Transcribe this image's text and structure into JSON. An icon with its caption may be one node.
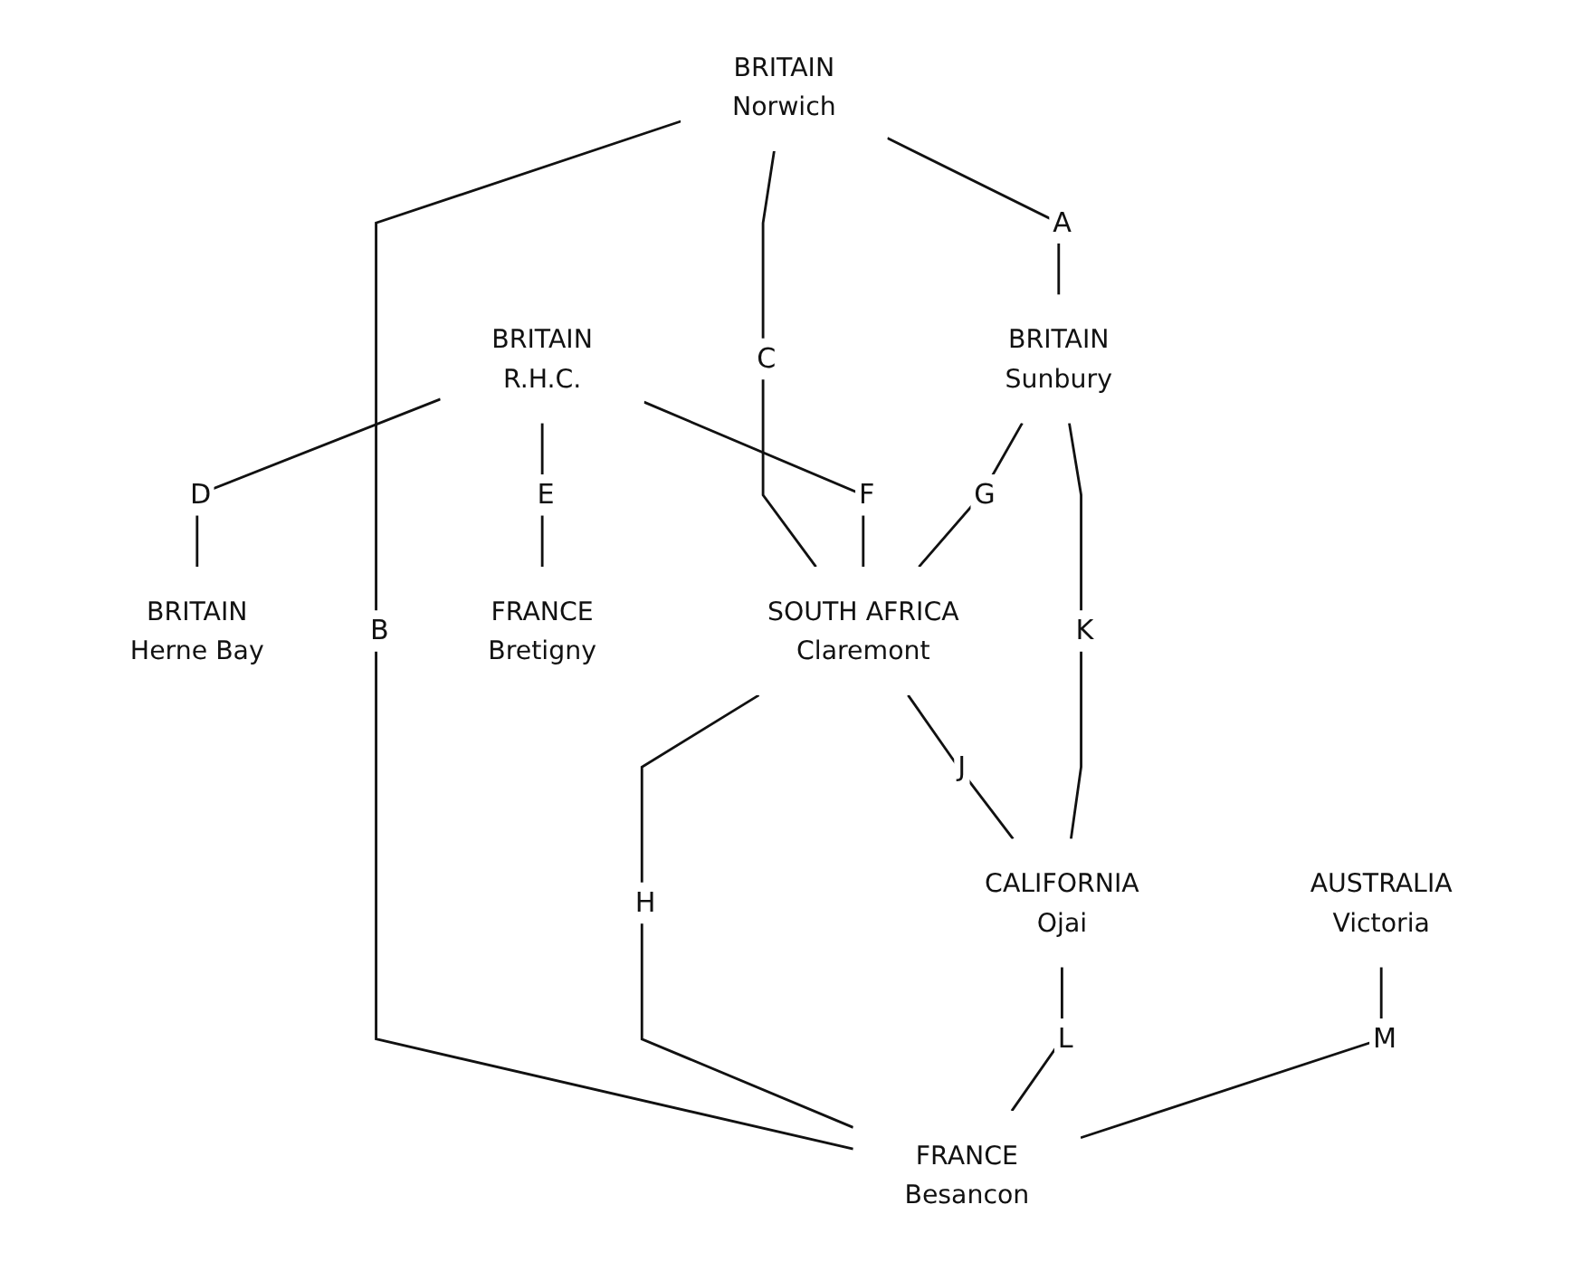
{
  "diagram": {
    "nodes": [
      {
        "text": [
          "BRITAIN",
          "Norwich"
        ]
      },
      {
        "text": [
          "BRITAIN",
          "R.H.C."
        ]
      },
      {
        "text": [
          "BRITAIN",
          "Sunbury"
        ]
      },
      {
        "text": [
          "BRITAIN",
          "Herne Bay"
        ]
      },
      {
        "text": [
          "AUSTRALIA",
          "Victoria"
        ]
      },
      {
        "text": [
          "SOUTH AFRICA",
          "Claremont"
        ]
      },
      {
        "text": [
          "FRANCE",
          "Bretigny"
        ]
      },
      {
        "text": [
          "CALIFORNIA",
          "Ojai"
        ]
      },
      {
        "text": [
          "FRANCE",
          "Besancon"
        ]
      }
    ],
    "edges": [
      {
        "from": 0,
        "to": 2,
        "arrow": "none",
        "label": "A"
      },
      {
        "from": 0,
        "to": 8,
        "arrow": "none",
        "label": "B"
      },
      {
        "from": 0,
        "to": 5,
        "arrow": "none",
        "label": "C"
      },
      {
        "from": 1,
        "to": 3,
        "arrow": "none",
        "label": "D"
      },
      {
        "from": 1,
        "to": 6,
        "arrow": "none",
        "label": "E"
      },
      {
        "from": 1,
        "to": 5,
        "arrow": "none",
        "label": "F"
      },
      {
        "from": 2,
        "to": 5,
        "arrow": "none",
        "label": "G"
      },
      {
        "from": 5,
        "to": 8,
        "arrow": "none",
        "label": "H"
      },
      {
        "from": 5,
        "to": 7,
        "arrow": "none",
        "label": "J"
      },
      {
        "from": 2,
        "to": 7,
        "arrow": "none",
        "label": "K"
      },
      {
        "from": 7,
        "to": 8,
        "arrow": "none",
        "label": "L"
      },
      {
        "from": 4,
        "to": 8,
        "arrow": "none",
        "label": "M"
      }
    ]
  }
}
